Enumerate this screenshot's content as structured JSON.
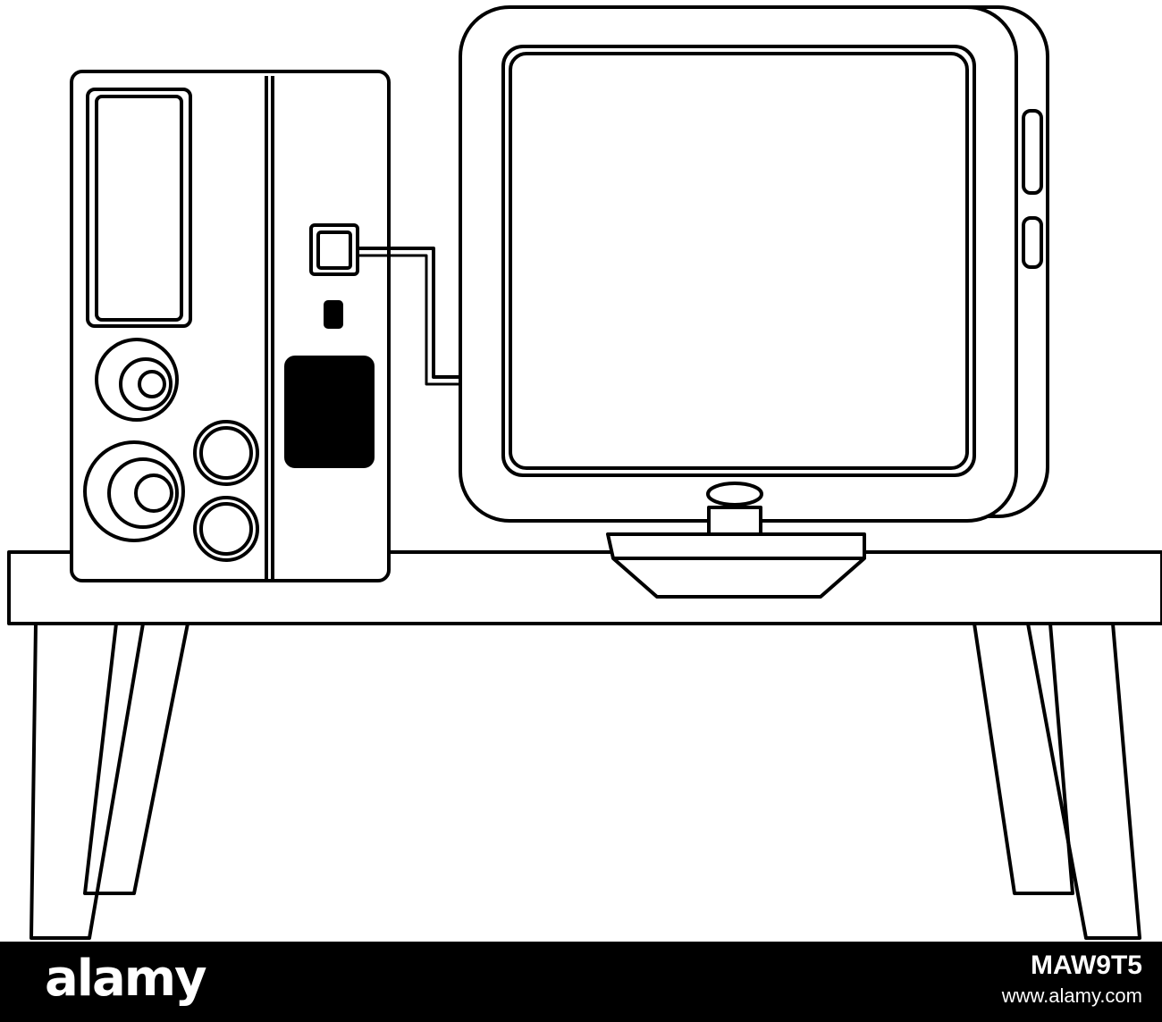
{
  "colors": {
    "stroke": "#000000",
    "background": "#ffffff",
    "footer": "#000000",
    "footer_text": "#ffffff"
  },
  "footer": {
    "logo_text": "alamy",
    "image_id": "MAW9T5",
    "url": "www.alamy.com"
  },
  "icons": [
    "speaker-icon",
    "tv-icon",
    "table-icon",
    "cable-icon"
  ]
}
